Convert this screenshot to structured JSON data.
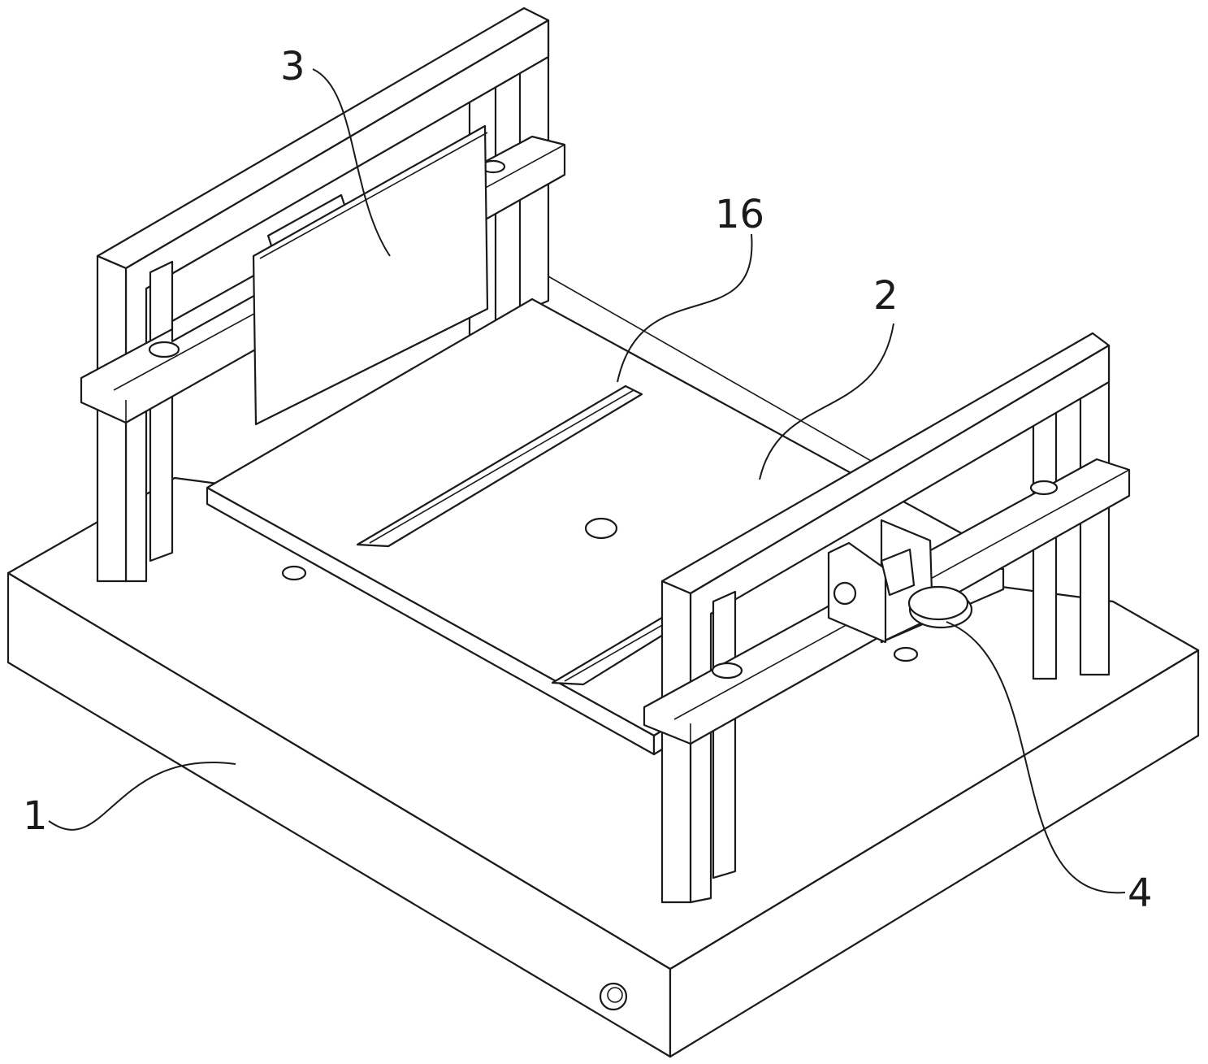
{
  "figure": {
    "labels": {
      "base": "1",
      "platform": "2",
      "panel": "3",
      "knob": "4",
      "rail": "16"
    },
    "line_color": "#1a1a1a",
    "background": "#ffffff"
  }
}
